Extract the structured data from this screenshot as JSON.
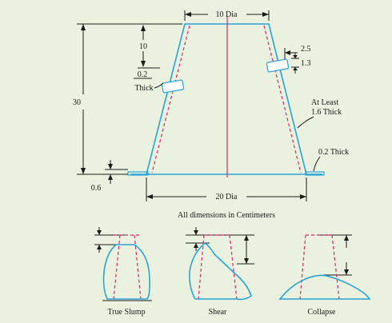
{
  "colors": {
    "background": "#eaf1df",
    "cone_outline": "#29a3d6",
    "dashed_inner": "#d6286e",
    "dimension_lines": "#1a1a1a",
    "handle_fill": "#ffffff"
  },
  "cone_diagram": {
    "top_diameter": "10 Dia",
    "bottom_diameter": "20 Dia",
    "height": "30",
    "handle_offset": "10",
    "handle_thickness_value": "0.2",
    "handle_thickness_word": "Thick",
    "handle_width": "2.5",
    "handle_height": "1.3",
    "wall_thickness_line1": "At Least",
    "wall_thickness_line2": "1.6 Thick",
    "base_plate_thickness": "0.2 Thick",
    "base_offset": "0.6",
    "units_note": "All dimensions in Centimeters"
  },
  "slump_types": [
    {
      "label": "True Slump",
      "icon": "true-slump-shape"
    },
    {
      "label": "Shear",
      "icon": "shear-slump-shape"
    },
    {
      "label": "Collapse",
      "icon": "collapse-slump-shape"
    }
  ]
}
